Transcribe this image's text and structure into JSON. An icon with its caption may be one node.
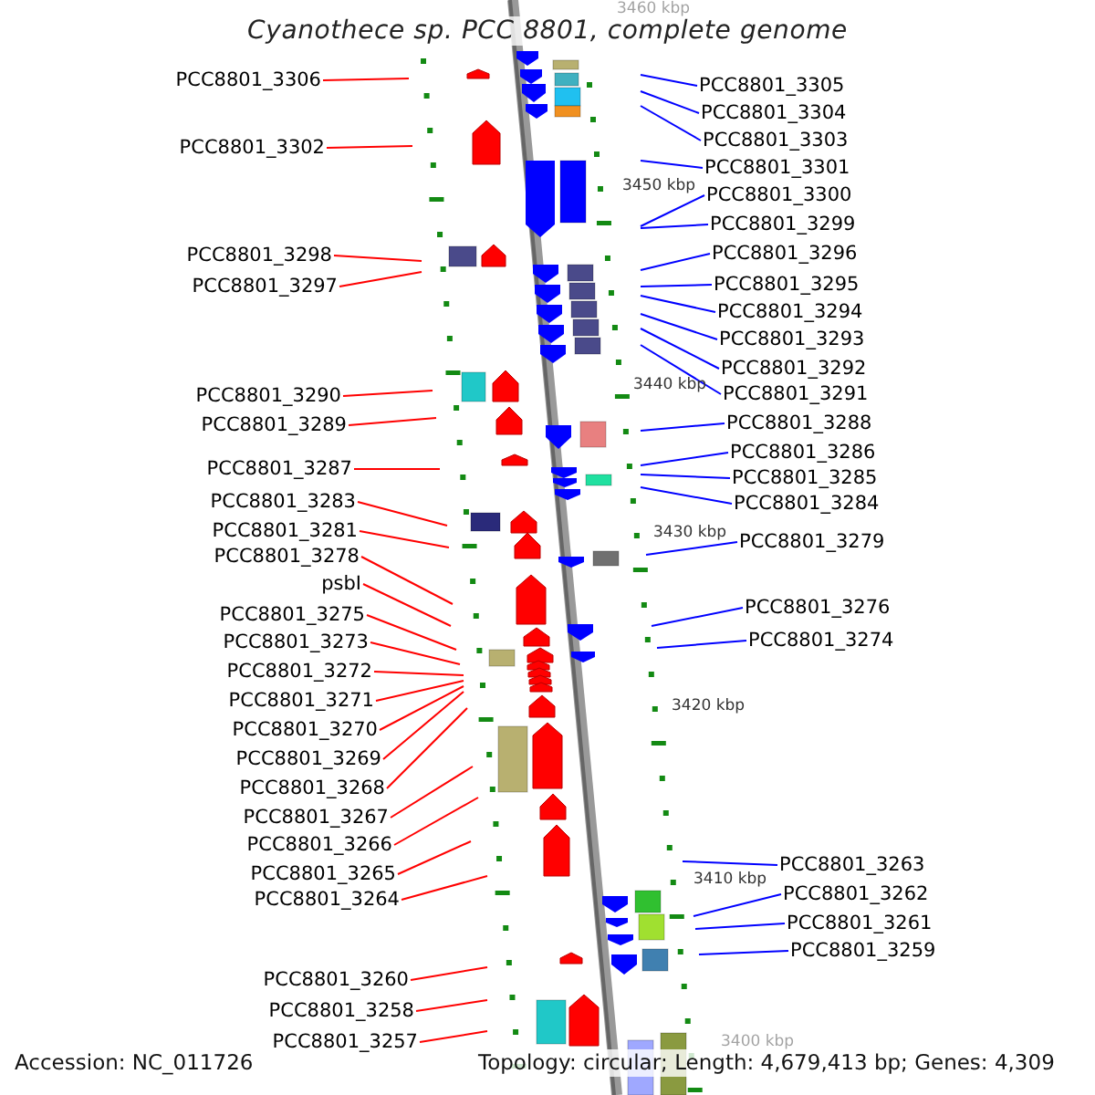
{
  "diagram": {
    "title": "Cyanothece sp. PCC 8801, complete genome",
    "nodes": [
      {
        "text": [
          "PCC8801_3306"
        ]
      },
      {
        "text": [
          "PCC8801_3302"
        ]
      },
      {
        "text": [
          "PCC8801_3298"
        ]
      },
      {
        "text": [
          "PCC8801_3297"
        ]
      },
      {
        "text": [
          "PCC8801_3290"
        ]
      },
      {
        "text": [
          "PCC8801_3289"
        ]
      },
      {
        "text": [
          "PCC8801_3287"
        ]
      },
      {
        "text": [
          "PCC8801_3283"
        ]
      },
      {
        "text": [
          "PCC8801_3281"
        ]
      },
      {
        "text": [
          "PCC8801_3278"
        ]
      },
      {
        "text": [
          "psbI"
        ]
      },
      {
        "text": [
          "PCC8801_3275"
        ]
      },
      {
        "text": [
          "PCC8801_3273"
        ]
      },
      {
        "text": [
          "PCC8801_3272"
        ]
      },
      {
        "text": [
          "PCC8801_3271"
        ]
      },
      {
        "text": [
          "PCC8801_3270"
        ]
      },
      {
        "text": [
          "PCC8801_3269"
        ]
      },
      {
        "text": [
          "PCC8801_3268"
        ]
      },
      {
        "text": [
          "PCC8801_3267"
        ]
      },
      {
        "text": [
          "PCC8801_3266"
        ]
      },
      {
        "text": [
          "PCC8801_3265"
        ]
      },
      {
        "text": [
          "PCC8801_3264"
        ]
      },
      {
        "text": [
          "PCC8801_3260"
        ]
      },
      {
        "text": [
          "PCC8801_3258"
        ]
      },
      {
        "text": [
          "PCC8801_3257"
        ]
      },
      {
        "text": [
          "PCC8801_3305"
        ]
      },
      {
        "text": [
          "PCC8801_3304"
        ]
      },
      {
        "text": [
          "PCC8801_3303"
        ]
      },
      {
        "text": [
          "PCC8801_3301"
        ]
      },
      {
        "text": [
          "PCC8801_3300"
        ]
      },
      {
        "text": [
          "PCC8801_3299"
        ]
      },
      {
        "text": [
          "PCC8801_3296"
        ]
      },
      {
        "text": [
          "PCC8801_3295"
        ]
      },
      {
        "text": [
          "PCC8801_3294"
        ]
      },
      {
        "text": [
          "PCC8801_3293"
        ]
      },
      {
        "text": [
          "PCC8801_3292"
        ]
      },
      {
        "text": [
          "PCC8801_3291"
        ]
      },
      {
        "text": [
          "PCC8801_3288"
        ]
      },
      {
        "text": [
          "PCC8801_3286"
        ]
      },
      {
        "text": [
          "PCC8801_3285"
        ]
      },
      {
        "text": [
          "PCC8801_3284"
        ]
      },
      {
        "text": [
          "PCC8801_3279"
        ]
      },
      {
        "text": [
          "PCC8801_3276"
        ]
      },
      {
        "text": [
          "PCC8801_3274"
        ]
      },
      {
        "text": [
          "PCC8801_3263"
        ]
      },
      {
        "text": [
          "PCC8801_3262"
        ]
      },
      {
        "text": [
          "PCC8801_3261"
        ]
      },
      {
        "text": [
          "PCC8801_3259"
        ]
      }
    ],
    "edges": [
      {
        "from": 0,
        "to": null,
        "arrow": "none",
        "color": "#ff0000"
      },
      {
        "from": 1,
        "to": null,
        "arrow": "none",
        "color": "#ff0000"
      },
      {
        "from": 2,
        "to": null,
        "arrow": "none",
        "color": "#ff0000"
      },
      {
        "from": 3,
        "to": null,
        "arrow": "none",
        "color": "#ff0000"
      },
      {
        "from": 4,
        "to": null,
        "arrow": "none",
        "color": "#ff0000"
      },
      {
        "from": 5,
        "to": null,
        "arrow": "none",
        "color": "#ff0000"
      },
      {
        "from": 6,
        "to": null,
        "arrow": "none",
        "color": "#ff0000"
      },
      {
        "from": 7,
        "to": null,
        "arrow": "none",
        "color": "#ff0000"
      },
      {
        "from": 8,
        "to": null,
        "arrow": "none",
        "color": "#ff0000"
      },
      {
        "from": 9,
        "to": null,
        "arrow": "none",
        "color": "#ff0000"
      },
      {
        "from": 10,
        "to": null,
        "arrow": "none",
        "color": "#ff0000"
      },
      {
        "from": 11,
        "to": null,
        "arrow": "none",
        "color": "#ff0000"
      },
      {
        "from": 12,
        "to": null,
        "arrow": "none",
        "color": "#ff0000"
      },
      {
        "from": 13,
        "to": null,
        "arrow": "none",
        "color": "#ff0000"
      },
      {
        "from": 14,
        "to": null,
        "arrow": "none",
        "color": "#ff0000"
      },
      {
        "from": 15,
        "to": null,
        "arrow": "none",
        "color": "#ff0000"
      },
      {
        "from": 16,
        "to": null,
        "arrow": "none",
        "color": "#ff0000"
      },
      {
        "from": 17,
        "to": null,
        "arrow": "none",
        "color": "#ff0000"
      },
      {
        "from": 18,
        "to": null,
        "arrow": "none",
        "color": "#ff0000"
      },
      {
        "from": 19,
        "to": null,
        "arrow": "none",
        "color": "#ff0000"
      },
      {
        "from": 20,
        "to": null,
        "arrow": "none",
        "color": "#ff0000"
      },
      {
        "from": 21,
        "to": null,
        "arrow": "none",
        "color": "#ff0000"
      },
      {
        "from": 22,
        "to": null,
        "arrow": "none",
        "color": "#ff0000"
      },
      {
        "from": 23,
        "to": null,
        "arrow": "none",
        "color": "#ff0000"
      },
      {
        "from": 24,
        "to": null,
        "arrow": "none",
        "color": "#ff0000"
      },
      {
        "from": 25,
        "to": null,
        "arrow": "none",
        "color": "#0000ff"
      },
      {
        "from": 26,
        "to": null,
        "arrow": "none",
        "color": "#0000ff"
      },
      {
        "from": 27,
        "to": null,
        "arrow": "none",
        "color": "#0000ff"
      },
      {
        "from": 28,
        "to": null,
        "arrow": "none",
        "color": "#0000ff"
      },
      {
        "from": 29,
        "to": null,
        "arrow": "none",
        "color": "#0000ff"
      },
      {
        "from": 30,
        "to": null,
        "arrow": "none",
        "color": "#0000ff"
      },
      {
        "from": 31,
        "to": null,
        "arrow": "none",
        "color": "#0000ff"
      },
      {
        "from": 32,
        "to": null,
        "arrow": "none",
        "color": "#0000ff"
      },
      {
        "from": 33,
        "to": null,
        "arrow": "none",
        "color": "#0000ff"
      },
      {
        "from": 34,
        "to": null,
        "arrow": "none",
        "color": "#0000ff"
      },
      {
        "from": 35,
        "to": null,
        "arrow": "none",
        "color": "#0000ff"
      },
      {
        "from": 36,
        "to": null,
        "arrow": "none",
        "color": "#0000ff"
      },
      {
        "from": 37,
        "to": null,
        "arrow": "none",
        "color": "#0000ff"
      },
      {
        "from": 38,
        "to": null,
        "arrow": "none",
        "color": "#0000ff"
      },
      {
        "from": 39,
        "to": null,
        "arrow": "none",
        "color": "#0000ff"
      },
      {
        "from": 40,
        "to": null,
        "arrow": "none",
        "color": "#0000ff"
      },
      {
        "from": 41,
        "to": null,
        "arrow": "none",
        "color": "#0000ff"
      },
      {
        "from": 42,
        "to": null,
        "arrow": "none",
        "color": "#0000ff"
      },
      {
        "from": 43,
        "to": null,
        "arrow": "none",
        "color": "#0000ff"
      },
      {
        "from": 44,
        "to": null,
        "arrow": "none",
        "color": "#0000ff"
      },
      {
        "from": 45,
        "to": null,
        "arrow": "none",
        "color": "#0000ff"
      },
      {
        "from": 46,
        "to": null,
        "arrow": "none",
        "color": "#0000ff"
      },
      {
        "from": 47,
        "to": null,
        "arrow": "none",
        "color": "#0000ff"
      }
    ],
    "labels": [
      "3460 kbp",
      "3450 kbp",
      "3440 kbp",
      "3430 kbp",
      "3420 kbp",
      "3410 kbp",
      "3400 kbp",
      "Accession: NC_011726",
      "Topology: circular; Length: 4,679,413 bp; Genes: 4,309"
    ]
  }
}
